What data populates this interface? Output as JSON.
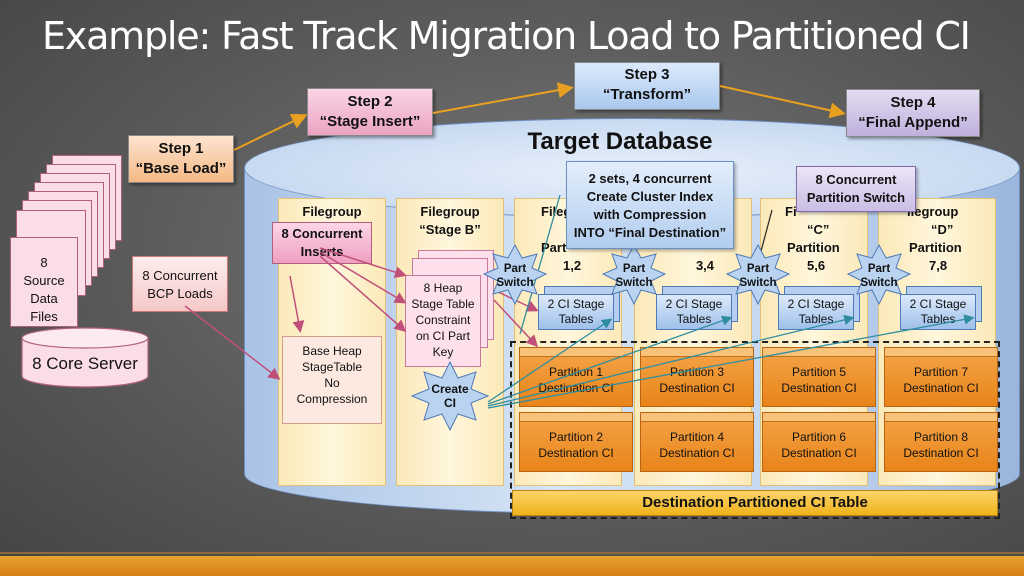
{
  "title": "Example: Fast Track Migration Load to Partitioned CI",
  "steps": {
    "step1": {
      "num": "Step 1",
      "name": "“Base Load”"
    },
    "step2": {
      "num": "Step 2",
      "name": "“Stage Insert”"
    },
    "step3": {
      "num": "Step 3",
      "name": "“Transform”"
    },
    "step4": {
      "num": "Step 4",
      "name": "“Final Append”"
    }
  },
  "source": {
    "files_line1": "8",
    "files_line2": "Source",
    "files_line3": "Data",
    "files_line4": "Files",
    "server": "8 Core Server",
    "bcp_line1": "8 Concurrent",
    "bcp_line2": "BCP Loads"
  },
  "target": {
    "title": "Target Database",
    "filegroup_a": {
      "line1": "Filegroup"
    },
    "filegroup_b": {
      "line1": "Filegroup",
      "line2": "“Stage B”"
    },
    "filegroup_c": {
      "line1": "Fi",
      "line2": "“C”",
      "line3": "Partition",
      "line4": "5,6"
    },
    "filegroup_d": {
      "line1": "ilegroup",
      "line2": "“D”",
      "line3": "Partition",
      "line4": "7,8"
    },
    "filegroup_1": {
      "line1": "Filegr",
      "line3": "Part",
      "line4": "1,2"
    },
    "filegroup_2": {
      "line4": "3,4"
    },
    "concurrent_inserts_line1": "8 Concurrent",
    "concurrent_inserts_line2": "Inserts",
    "base_heap_line1": "Base Heap",
    "base_heap_line2": "StageTable",
    "base_heap_line3": "No",
    "base_heap_line4": "Compression",
    "heap_stage_line1": "8 Heap",
    "heap_stage_line2": "Stage Table",
    "heap_stage_line3": "Constraint",
    "heap_stage_line4": "on CI Part",
    "heap_stage_line5": "Key",
    "create_ci_line1": "Create",
    "create_ci_line2": "CI",
    "transform_note_line1": "2 sets, 4 concurrent",
    "transform_note_line2": "Create Cluster Index",
    "transform_note_line3": "with Compression",
    "transform_note_line4": "INTO “Final Destination”",
    "switch_note_line1": "8 Concurrent",
    "switch_note_line2": "Partition Switch",
    "part_switch_line1": "Part",
    "part_switch_line2": "Switch",
    "ci_stage_line1": "2 CI Stage",
    "ci_stage_line2": "Tables",
    "partitions": [
      {
        "line1": "Partition 1",
        "line2": "Destination CI"
      },
      {
        "line1": "Partition 2",
        "line2": "Destination CI"
      },
      {
        "line1": "Partition 3",
        "line2": "Destination CI"
      },
      {
        "line1": "Partition 4",
        "line2": "Destination CI"
      },
      {
        "line1": "Partition 5",
        "line2": "Destination CI"
      },
      {
        "line1": "Partition 6",
        "line2": "Destination CI"
      },
      {
        "line1": "Partition 7",
        "line2": "Destination CI"
      },
      {
        "line1": "Partition 8",
        "line2": "Destination CI"
      }
    ],
    "destination_table": "Destination Partitioned CI Table"
  },
  "colors": {
    "accent_orange": "#f0a030",
    "arrow_gold": "#e8a020",
    "arrow_pink": "#c0507a",
    "arrow_teal": "#2e8ea0"
  }
}
